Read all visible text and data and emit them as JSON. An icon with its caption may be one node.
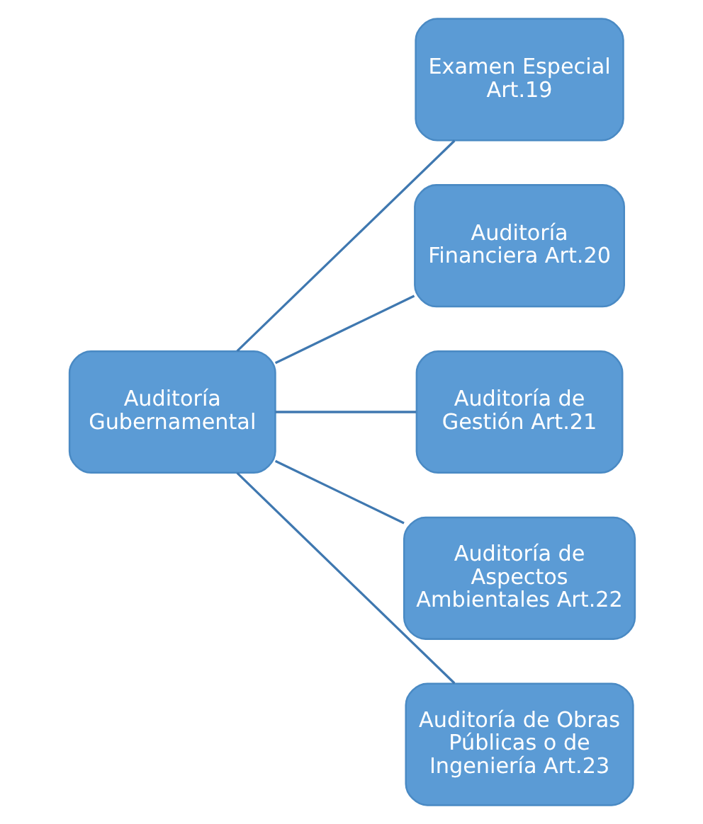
{
  "diagram": {
    "nodes": [
      {
        "text": [
          "Auditoría Gubernamental"
        ]
      },
      {
        "text": [
          "Examen Especial Art.19"
        ]
      },
      {
        "text": [
          "Auditoría Financiera Art.20"
        ]
      },
      {
        "text": [
          "Auditoría de Gestión Art.21"
        ]
      },
      {
        "text": [
          "Auditoría de Aspectos Ambientales Art.22"
        ]
      },
      {
        "text": [
          "Auditoría de Obras Públicas o de Ingeniería Art.23"
        ]
      }
    ],
    "edges": [
      {
        "from": 0,
        "to": 1,
        "arrow": "none"
      },
      {
        "from": 0,
        "to": 2,
        "arrow": "none"
      },
      {
        "from": 0,
        "to": 3,
        "arrow": "none"
      },
      {
        "from": 0,
        "to": 4,
        "arrow": "none"
      },
      {
        "from": 0,
        "to": 5,
        "arrow": "none"
      }
    ]
  }
}
